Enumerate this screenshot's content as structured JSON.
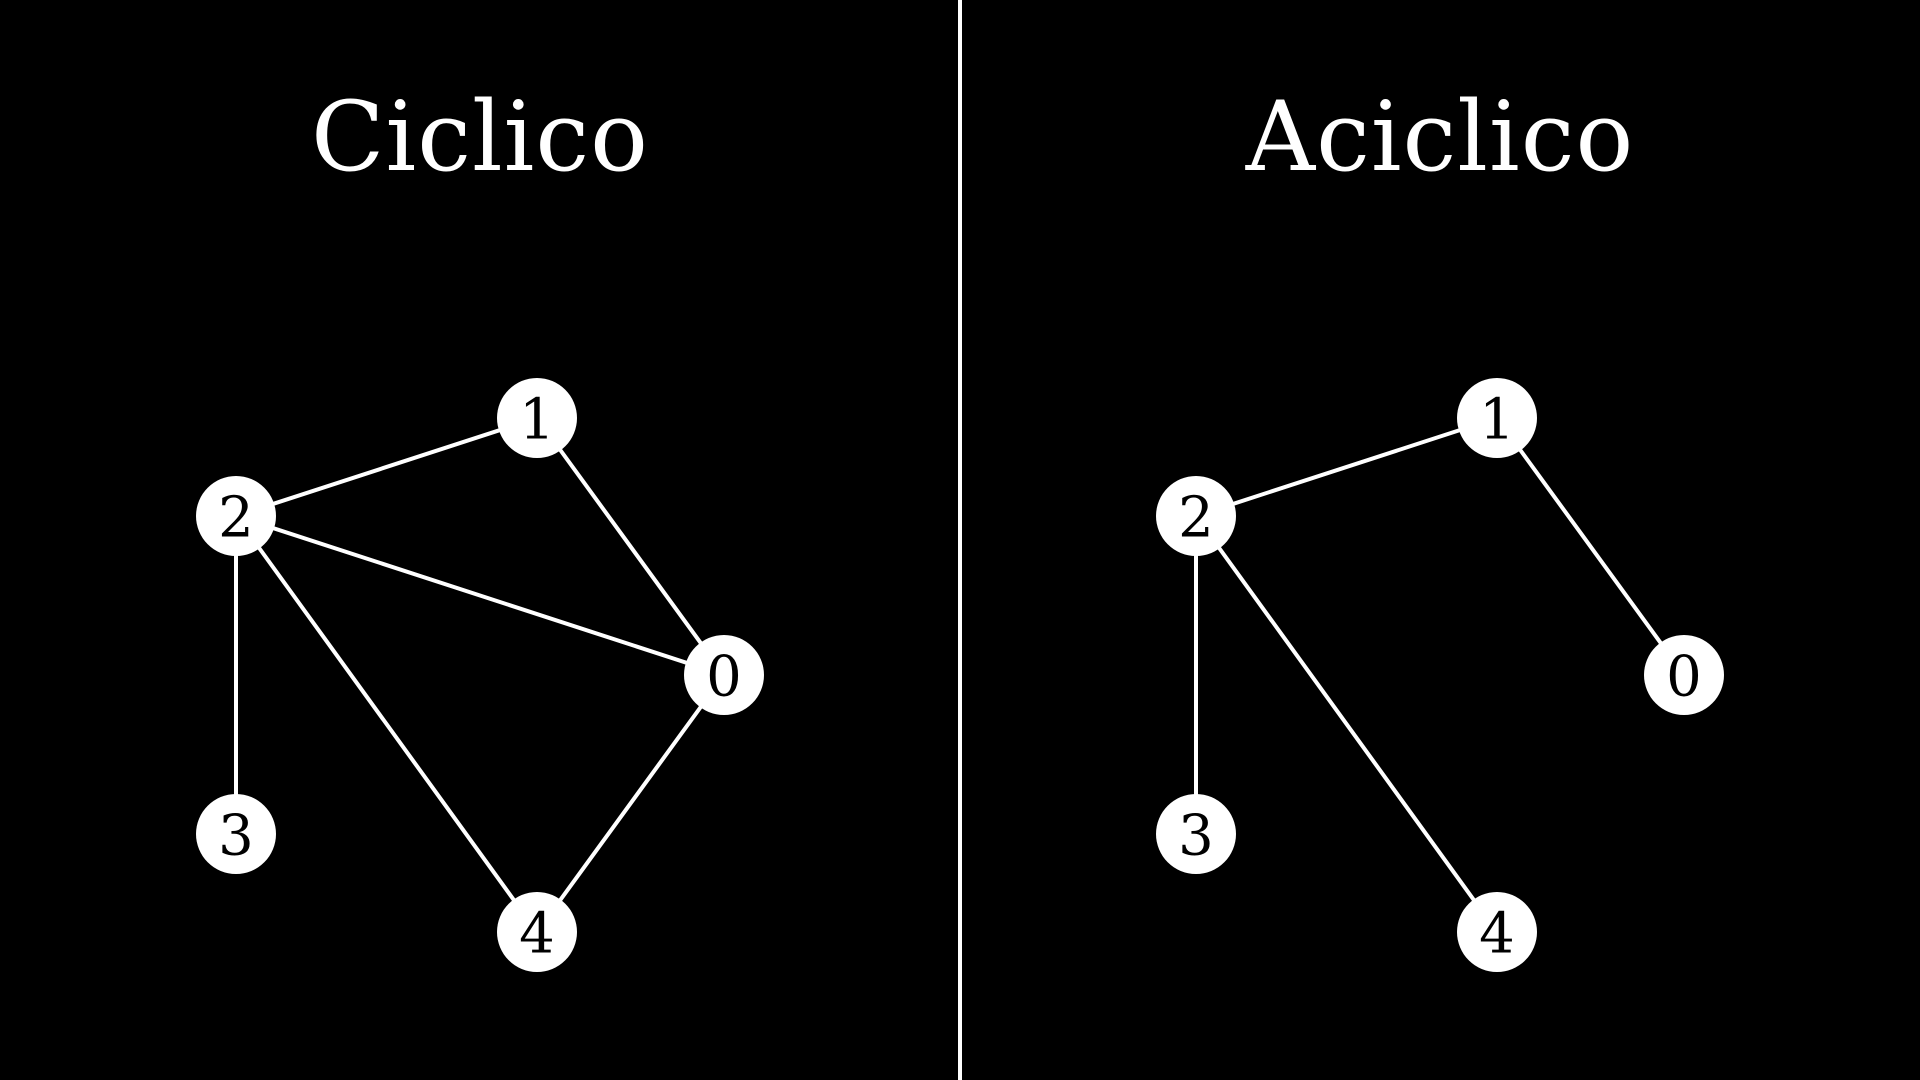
{
  "colors": {
    "background": "#000000",
    "foreground": "#ffffff",
    "node_text": "#000000"
  },
  "panels": [
    {
      "id": "cyclic",
      "title": "Ciclico",
      "nodes": [
        "0",
        "1",
        "2",
        "3",
        "4"
      ],
      "edges": [
        [
          "2",
          "1"
        ],
        [
          "1",
          "0"
        ],
        [
          "2",
          "0"
        ],
        [
          "2",
          "3"
        ],
        [
          "2",
          "4"
        ],
        [
          "0",
          "4"
        ]
      ]
    },
    {
      "id": "acyclic",
      "title": "Aciclico",
      "nodes": [
        "0",
        "1",
        "2",
        "3",
        "4"
      ],
      "edges": [
        [
          "2",
          "1"
        ],
        [
          "1",
          "0"
        ],
        [
          "2",
          "3"
        ],
        [
          "2",
          "4"
        ]
      ]
    }
  ]
}
